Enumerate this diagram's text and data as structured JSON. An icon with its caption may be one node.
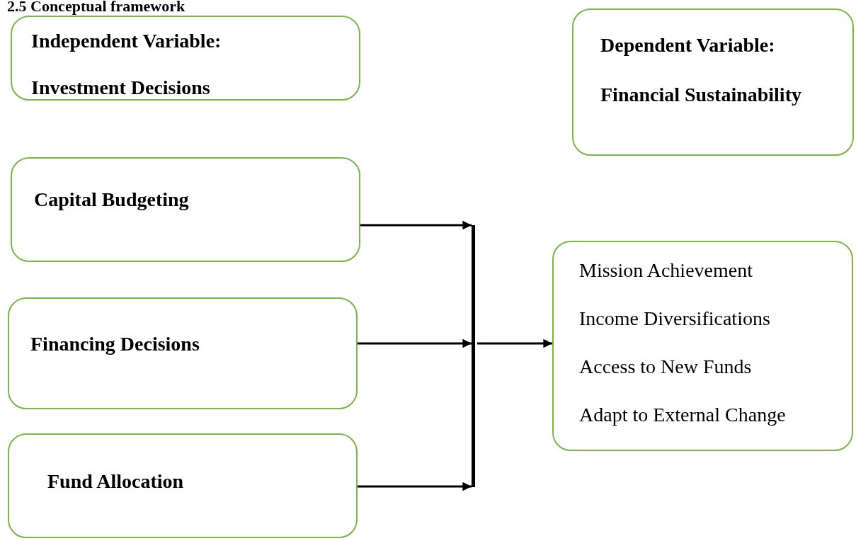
{
  "diagram": {
    "title": "2.5 Conceptual framework",
    "nodes": [
      {
        "text": [
          "Independent Variable:",
          "Investment Decisions"
        ]
      },
      {
        "text": [
          "Dependent Variable:",
          "Financial Sustainability"
        ]
      },
      {
        "text": [
          "Capital Budgeting"
        ]
      },
      {
        "text": [
          "Financing Decisions"
        ]
      },
      {
        "text": [
          "Fund Allocation"
        ]
      },
      {
        "text": [],
        "shape": "bar"
      },
      {
        "text": [
          "Mission Achievement",
          "Income Diversifications",
          "Access to New Funds",
          "Adapt to External Change"
        ]
      }
    ],
    "edges": [
      {
        "from": 2,
        "to": 5,
        "arrow": "to"
      },
      {
        "from": 3,
        "to": 5,
        "arrow": "to"
      },
      {
        "from": 4,
        "to": 5,
        "arrow": "to"
      },
      {
        "from": 5,
        "to": 6,
        "arrow": "to"
      }
    ]
  }
}
